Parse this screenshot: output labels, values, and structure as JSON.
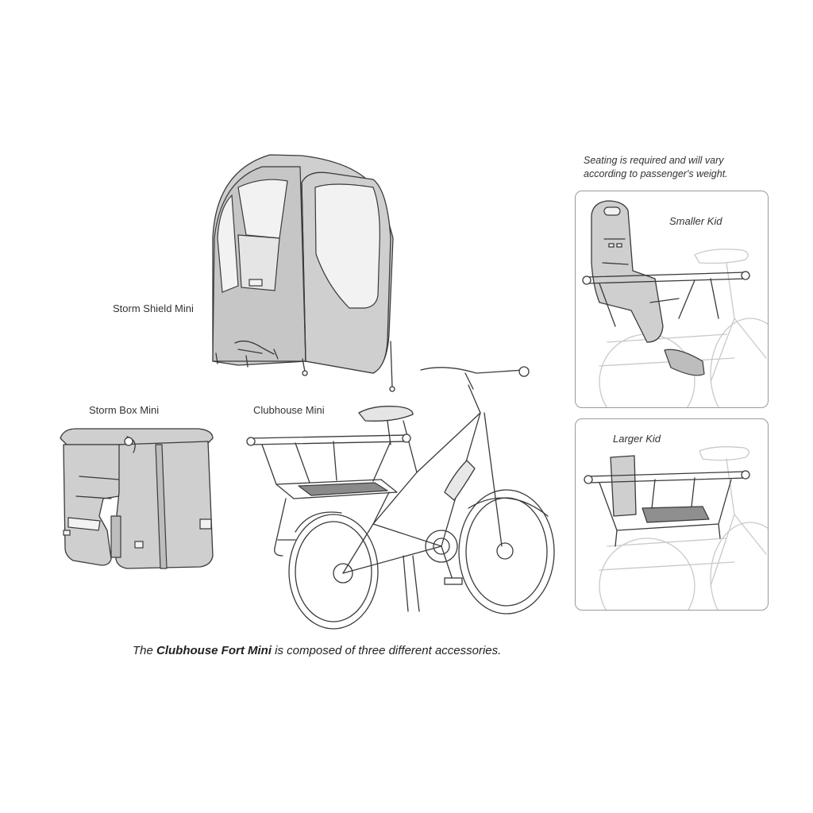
{
  "labels": {
    "storm_shield": "Storm Shield Mini",
    "storm_box": "Storm Box Mini",
    "clubhouse": "Clubhouse Mini"
  },
  "seating_note": {
    "line1": "Seating is required and will vary",
    "line2": "according to passenger's weight."
  },
  "panels": {
    "smaller_kid": "Smaller Kid",
    "larger_kid": "Larger Kid"
  },
  "caption": {
    "prefix": "The ",
    "bold": "Clubhouse Fort Mini",
    "suffix": " is composed of three different accessories."
  },
  "colors": {
    "accessory_fill": "#cfcfcf",
    "outline": "#3a3a3a",
    "ghost_outline": "#c9c9c9",
    "panel_border": "#9a9a9a"
  }
}
